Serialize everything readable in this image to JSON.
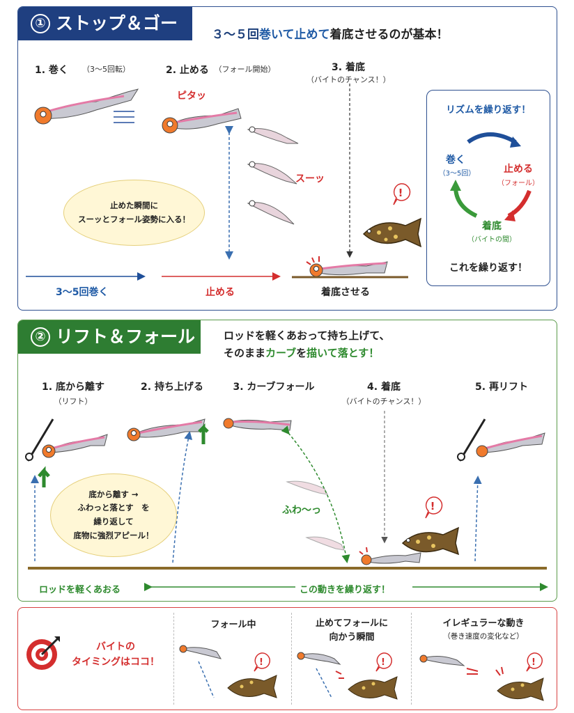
{
  "section1": {
    "tab_num": "①",
    "tab_title": "ストップ＆ゴー",
    "lead_a": "３～５回",
    "lead_b": "巻いて",
    "lead_c": "止めて",
    "lead_d": "着底させるのが基本！",
    "step1": "1. 巻く",
    "step1_sub": "（3～5回転）",
    "step2": "2. 止める",
    "step2_sub": "（フォール開始）",
    "step3": "3. 着底",
    "step3_sub": "（バイトのチャンス！）",
    "pitatsu": "ピタッ",
    "suu": "スーッ",
    "bubble_line1": "止めた瞬間に",
    "bubble_line2": "スーッとフォール姿勢に入る！",
    "bottom_left": "3～5回巻く",
    "bottom_mid": "止める",
    "bottom_right": "着底させる",
    "cycle_title": "リズムを繰り返す！",
    "cycle_maku": "巻く",
    "cycle_maku_sub": "（3～5回）",
    "cycle_tomeru": "止める",
    "cycle_tomeru_sub": "（フォール）",
    "cycle_chakutei": "着底",
    "cycle_chakutei_sub": "（バイトの間）",
    "cycle_repeat": "これを繰り返す！",
    "colors": {
      "navy": "#1f3f80",
      "red": "#d42e2e",
      "green": "#2e8a2e"
    }
  },
  "section2": {
    "tab_num": "②",
    "tab_title": "リフト＆フォール",
    "lead_line1": "ロッドを軽くあおって持ち上げて、",
    "lead_a": "そのまま",
    "lead_b": "カーブ",
    "lead_c": "を",
    "lead_d": "描いて",
    "lead_e": "落とす！",
    "step1": "1. 底から離す",
    "step1_sub": "（リフト）",
    "step2": "2. 持ち上げる",
    "step3": "3. カーブフォール",
    "step4": "4. 着底",
    "step4_sub": "（バイトのチャンス！）",
    "step5": "5. 再リフト",
    "fuwa": "ふわ～っ",
    "bubble_line1": "底から離す →",
    "bubble_line2": "ふわっと落とす　を",
    "bubble_line3": "繰り返して",
    "bubble_line4": "底物に強烈アピール！",
    "bottom_left": "ロッドを軽くあおる",
    "bottom_right": "この動きを繰り返す！",
    "colors": {
      "green": "#2e7d32"
    }
  },
  "section3": {
    "bite_line1": "バイトの",
    "bite_line2": "タイミングはココ！",
    "col1": "フォール中",
    "col2_line1": "止めてフォールに",
    "col2_line2": "向かう瞬間",
    "col3": "イレギュラーな動き",
    "col3_sub": "（巻き速度の変化など）",
    "colors": {
      "red": "#d42e2e"
    }
  },
  "icons": [
    "target-icon",
    "lure-icon",
    "flatfish-icon",
    "rod-icon",
    "exclamation-icon",
    "arrow-icon"
  ]
}
